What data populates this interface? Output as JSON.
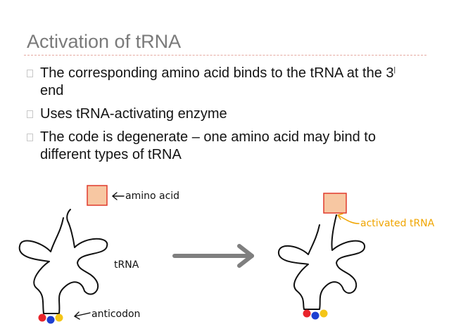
{
  "slide": {
    "title": "Activation of tRNA",
    "bullets": [
      {
        "text_before": "The corresponding amino acid binds to the tRNA at the 3",
        "superscript": "|",
        "text_after": " end"
      },
      {
        "text": "Uses tRNA-activating enzyme"
      },
      {
        "text": "The code is degenerate – one amino acid may bind to different types of tRNA"
      }
    ]
  },
  "diagram": {
    "labels": {
      "amino_acid": "amino acid",
      "trna": "tRNA",
      "anticodon": "anticodon",
      "activated_trna": "activated tRNA"
    },
    "colors": {
      "amino_acid_fill": "#f7c7a2",
      "amino_acid_stroke": "#e03a2c",
      "activated_label": "#f0a500",
      "arrow": "#7f7f7f",
      "base_red": "#e8242b",
      "base_blue": "#1d3fd1",
      "base_yellow": "#f4c517"
    },
    "icons": [
      "right-arrow-icon",
      "left-arrow-icon"
    ]
  }
}
